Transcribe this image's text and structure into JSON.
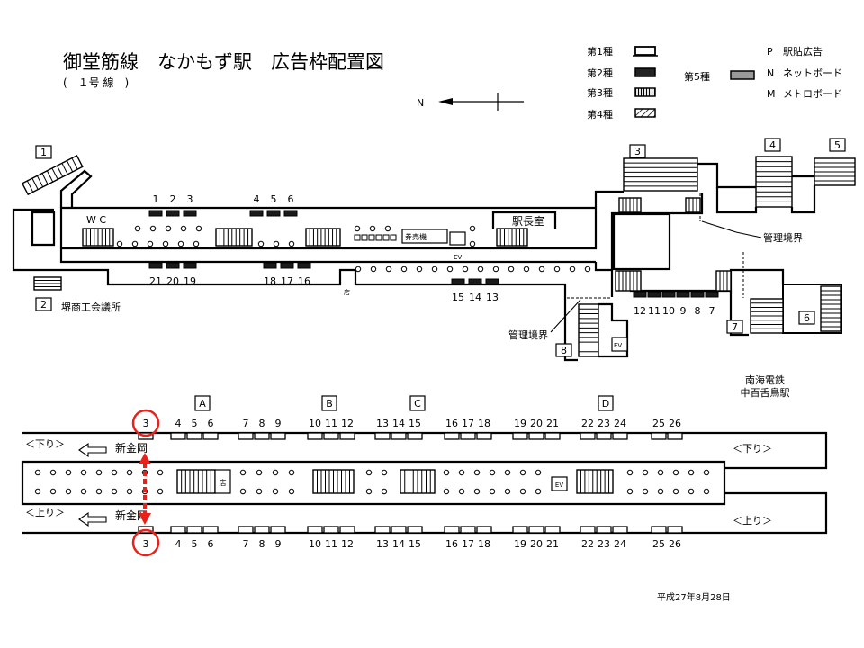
{
  "title": "御堂筋線　なかもず駅　広告枠配置図",
  "subtitle": "(　１号 線　)",
  "legend": {
    "types": [
      "第1種",
      "第2種",
      "第3種",
      "第4種"
    ],
    "type5": "第5種",
    "codes": [
      {
        "letter": "P",
        "text": "駅貼広告"
      },
      {
        "letter": "N",
        "text": "ネットボード"
      },
      {
        "letter": "M",
        "text": "メトロボード"
      }
    ]
  },
  "north": "N",
  "exits": [
    "1",
    "2",
    "3",
    "4",
    "5",
    "6",
    "7",
    "8"
  ],
  "concourse": {
    "wc": "W C",
    "ticket_machine": "券売機",
    "ev": "EV",
    "station_office": "駅長室",
    "shop": "店",
    "boundary_label": "管理境界",
    "landmark": "堺商工会議所",
    "ad_groups": [
      [
        "1",
        "2",
        "3"
      ],
      [
        "4",
        "5",
        "6"
      ],
      [
        "21",
        "20",
        "19"
      ],
      [
        "18",
        "17",
        "16"
      ],
      [
        "15",
        "14",
        "13"
      ],
      [
        "12",
        "11",
        "10",
        "9",
        "8",
        "7"
      ]
    ]
  },
  "nankai": {
    "line1": "南海電鉄",
    "line2": "中百舌鳥駅"
  },
  "platform": {
    "sections": [
      "A",
      "B",
      "C",
      "D"
    ],
    "down_label": "＜下り＞",
    "up_label": "＜上り＞",
    "direction": "新金岡",
    "direction_arrow_icon": "hollow-left-arrow-icon",
    "shop": "店",
    "ev": "EV",
    "upper_track_ads": [
      [
        "3"
      ],
      [
        "4",
        "5",
        "6"
      ],
      [
        "7",
        "8",
        "9"
      ],
      [
        "10",
        "11",
        "12"
      ],
      [
        "13",
        "14",
        "15"
      ],
      [
        "16",
        "17",
        "18"
      ],
      [
        "19",
        "20",
        "21"
      ],
      [
        "22",
        "23",
        "24"
      ],
      [
        "25",
        "26"
      ]
    ],
    "lower_track_ads": [
      [
        "3"
      ],
      [
        "4",
        "5",
        "6"
      ],
      [
        "7",
        "8",
        "9"
      ],
      [
        "10",
        "11",
        "12"
      ],
      [
        "13",
        "14",
        "15"
      ],
      [
        "16",
        "17",
        "18"
      ],
      [
        "19",
        "20",
        "21"
      ],
      [
        "22",
        "23",
        "24"
      ],
      [
        "25",
        "26"
      ]
    ]
  },
  "colors": {
    "highlight": "#e8211c",
    "type5_fill": "#9a9a9a"
  },
  "date": "平成27年8月28日"
}
